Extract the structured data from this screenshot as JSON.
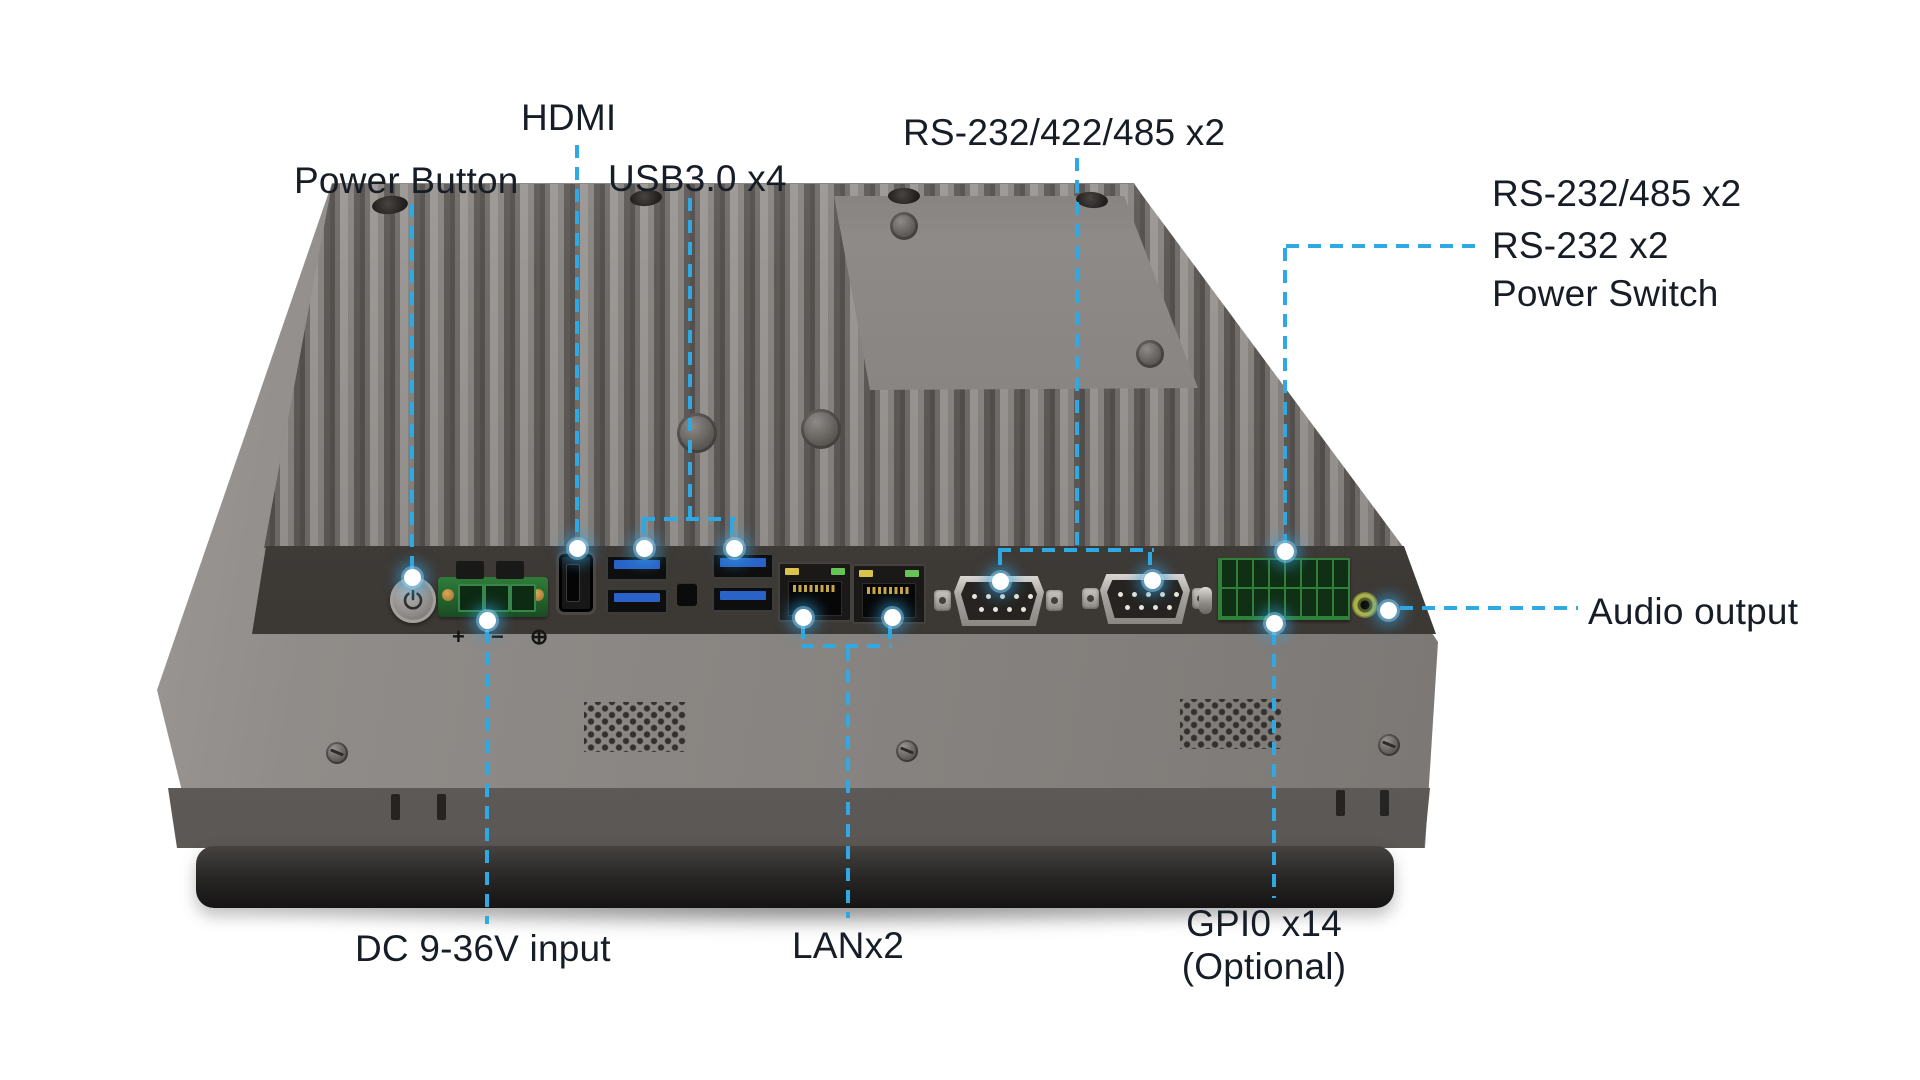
{
  "page": {
    "background": "#ffffff",
    "accent_color": "#2fa9e3",
    "label_color": "#161d27",
    "subject": "industrial-panel-pc-rear-io"
  },
  "labels": {
    "power_button": "Power Button",
    "hdmi": "HDMI",
    "usb3": "USB3.0 x4",
    "serial_combo": "RS-232/422/485 x2",
    "serial_group_line1": "RS-232/485 x2",
    "serial_group_line2": "RS-232 x2",
    "serial_group_line3": "Power Switch",
    "audio": "Audio output",
    "dc_input": "DC 9-36V input",
    "lan": "LANx2",
    "gpio_line1": "GPI0 x14",
    "gpio_line2": "(Optional)"
  },
  "device_markings": {
    "dc_polarity": "+ − ⊕"
  }
}
